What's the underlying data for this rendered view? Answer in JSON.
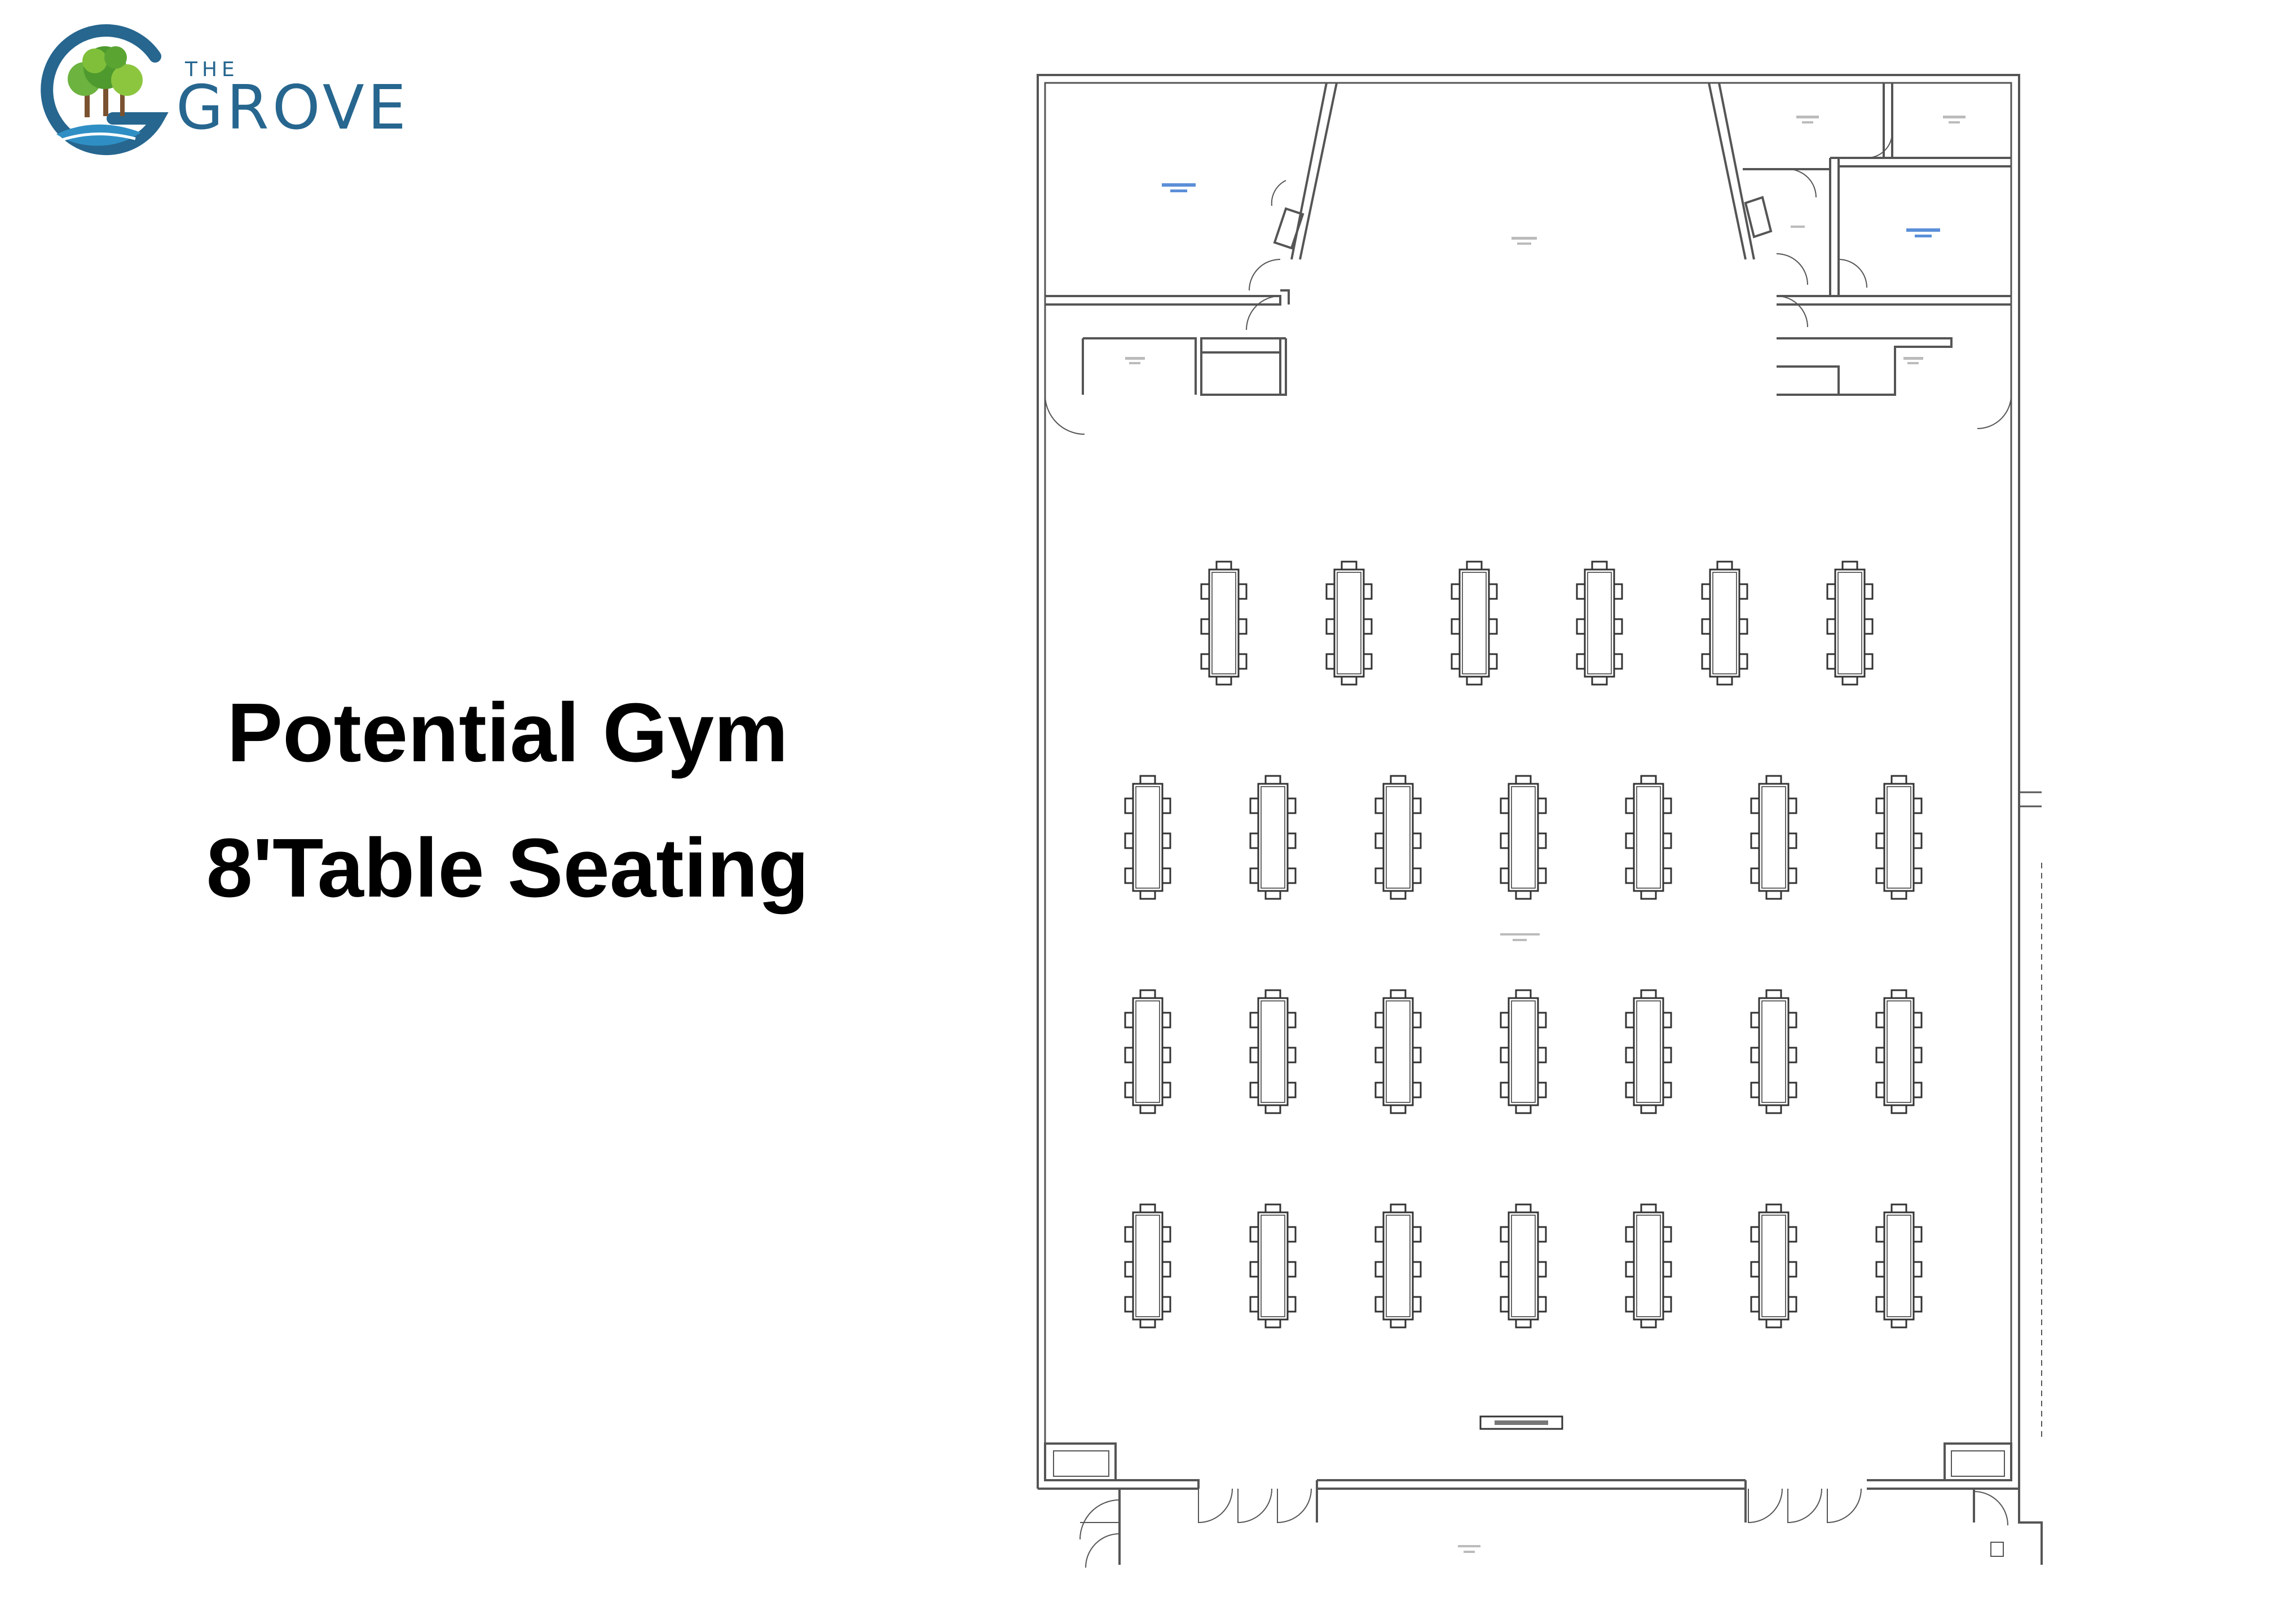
{
  "logo": {
    "small_text": "THE",
    "big_text": "GROVE"
  },
  "title": {
    "line1": "Potential Gym",
    "line2": "8'Table Seating"
  },
  "floor_plan": {
    "table_rows": [
      6,
      7,
      7,
      7
    ],
    "colors": {
      "wall": "#555555",
      "line": "#333333",
      "label": "#5b8fd8",
      "logo_ring": "#26668f",
      "logo_water": "#2f8fc4",
      "logo_tree": "#6cb33f",
      "logo_trunk": "#7a5230"
    }
  }
}
